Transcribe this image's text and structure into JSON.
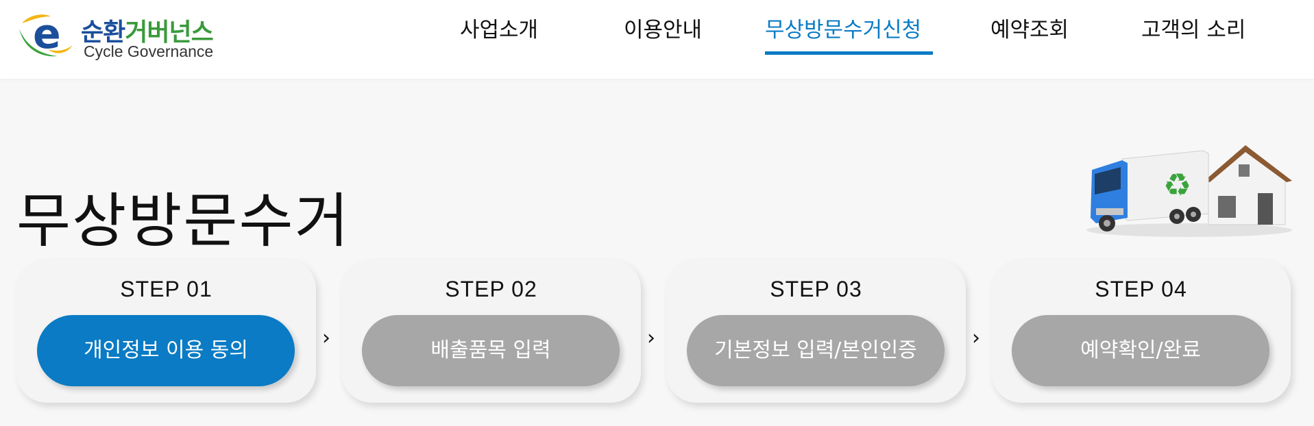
{
  "logo": {
    "title_part1": "순환",
    "title_part2": "거버넌스",
    "subtitle": "Cycle Governance"
  },
  "nav": {
    "items": [
      {
        "label": "사업소개",
        "active": false
      },
      {
        "label": "이용안내",
        "active": false
      },
      {
        "label": "무상방문수거신청",
        "active": true
      },
      {
        "label": "예약조회",
        "active": false
      },
      {
        "label": "고객의 소리",
        "active": false
      }
    ]
  },
  "page": {
    "title": "무상방문수거"
  },
  "steps": [
    {
      "label": "STEP 01",
      "button": "개인정보 이용 동의",
      "active": true
    },
    {
      "label": "STEP 02",
      "button": "배출품목 입력",
      "active": false
    },
    {
      "label": "STEP 03",
      "button": "기본정보 입력/본인인증",
      "active": false
    },
    {
      "label": "STEP 04",
      "button": "예약확인/완료",
      "active": false
    }
  ],
  "step_separator": "›",
  "colors": {
    "accent": "#0a7bc4",
    "inactive_button": "#a7a7a7",
    "logo_blue": "#1b4f9c",
    "logo_green": "#3a9a3b"
  },
  "icons": {
    "logo": "e-leaf-logo-icon",
    "hero": "recycling-truck-house-illustration"
  }
}
